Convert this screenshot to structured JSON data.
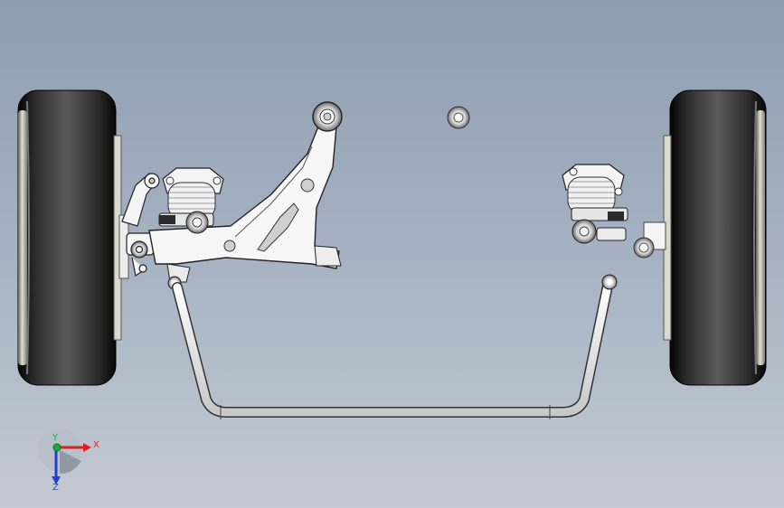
{
  "viewport": {
    "background_top": "#8e9db1",
    "background_bottom": "#c3cad3"
  },
  "scene": {
    "components": [
      "left-wheel-icon",
      "right-wheel-icon",
      "left-lower-control-arm-icon",
      "left-steering-knuckle-icon",
      "left-strut-mount-icon",
      "right-strut-mount-icon",
      "right-hub-stub-icon",
      "anti-roll-bar-icon",
      "center-bushing-icon"
    ]
  },
  "triad": {
    "x_label": "X",
    "y_label": "Y",
    "z_label": "Z",
    "x_color": "#e0201a",
    "y_color": "#1faa3a",
    "z_color": "#1e3fd0"
  }
}
